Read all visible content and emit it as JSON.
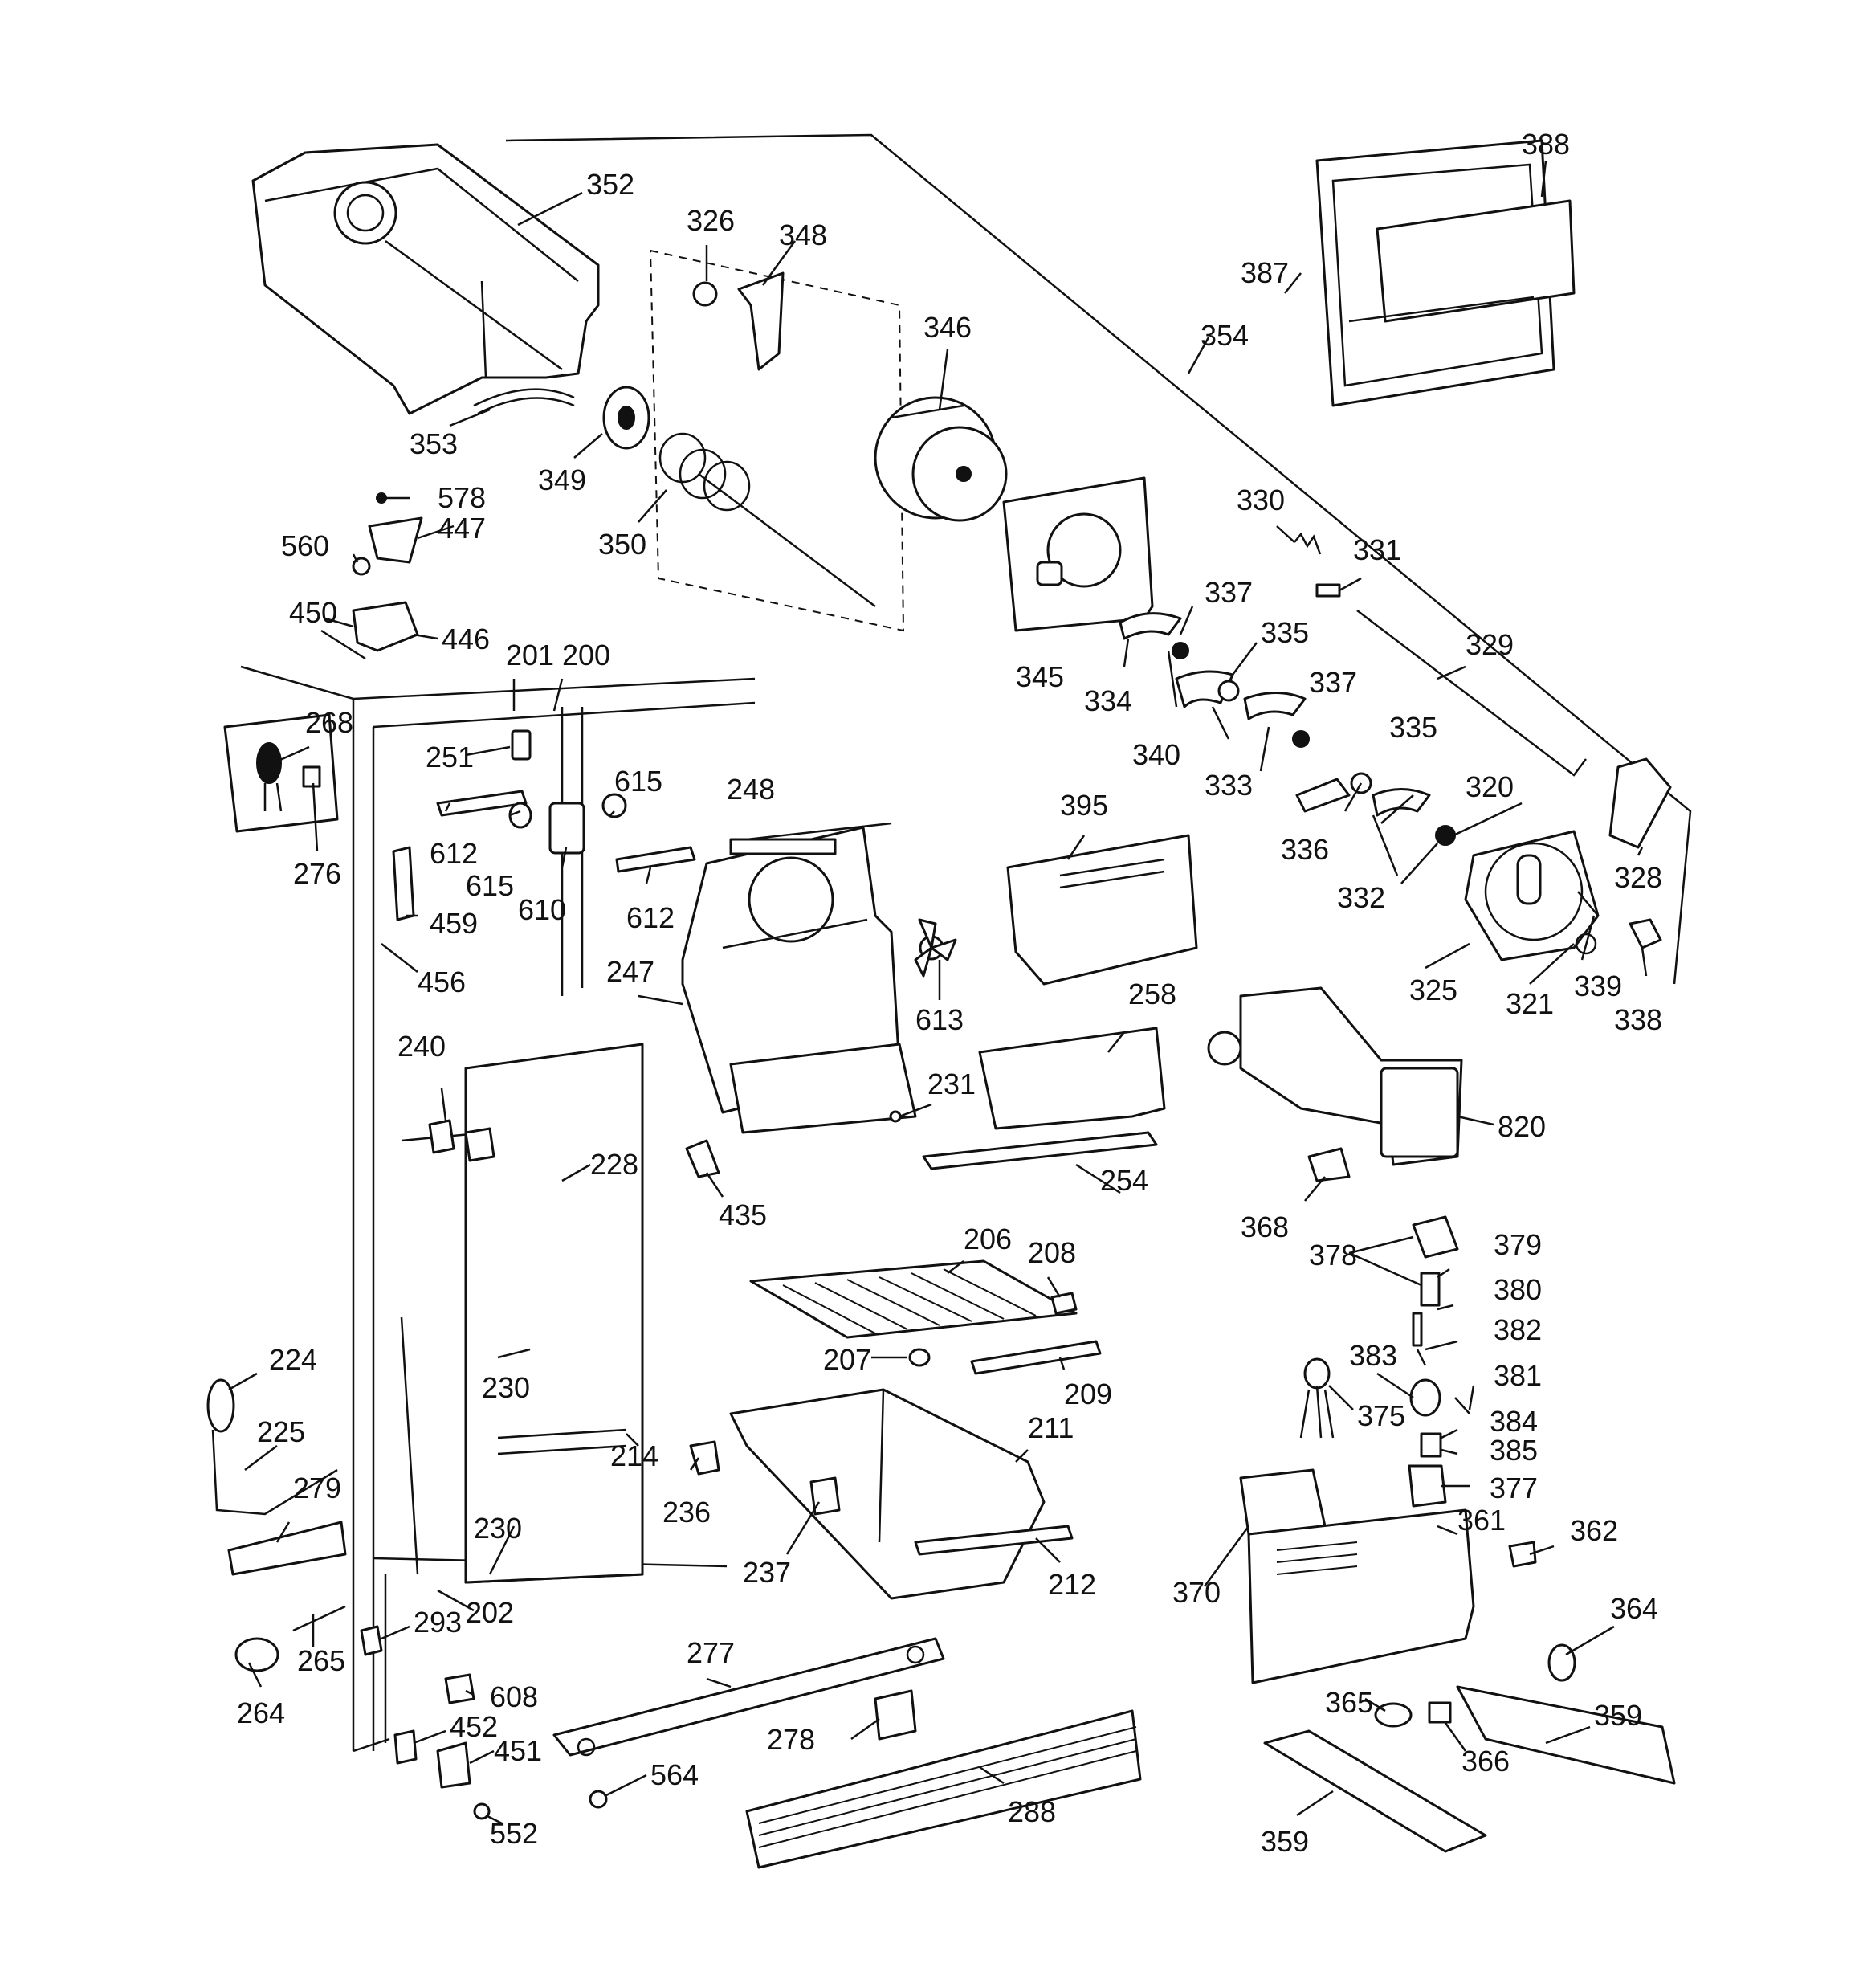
{
  "callouts": [
    "352",
    "326",
    "348",
    "346",
    "388",
    "387",
    "354",
    "353",
    "349",
    "350",
    "578",
    "447",
    "560",
    "450",
    "446",
    "330",
    "331",
    "337",
    "335",
    "329",
    "345",
    "334",
    "340",
    "333",
    "336",
    "332",
    "320",
    "328",
    "325",
    "321",
    "339",
    "338",
    "201",
    "200",
    "268",
    "251",
    "276",
    "612",
    "615",
    "610",
    "459",
    "456",
    "248",
    "395",
    "247",
    "613",
    "258",
    "231",
    "820",
    "240",
    "228",
    "254",
    "435",
    "368",
    "206",
    "208",
    "378",
    "379",
    "380",
    "382",
    "383",
    "381",
    "375",
    "384",
    "385",
    "377",
    "224",
    "230",
    "207",
    "209",
    "211",
    "225",
    "214",
    "236",
    "279",
    "237",
    "212",
    "361",
    "362",
    "370",
    "202",
    "293",
    "265",
    "264",
    "277",
    "608",
    "452",
    "451",
    "278",
    "564",
    "552",
    "288",
    "364",
    "365",
    "359",
    "366"
  ],
  "colors": {
    "ink": "#111111",
    "paper": "#ffffff"
  }
}
